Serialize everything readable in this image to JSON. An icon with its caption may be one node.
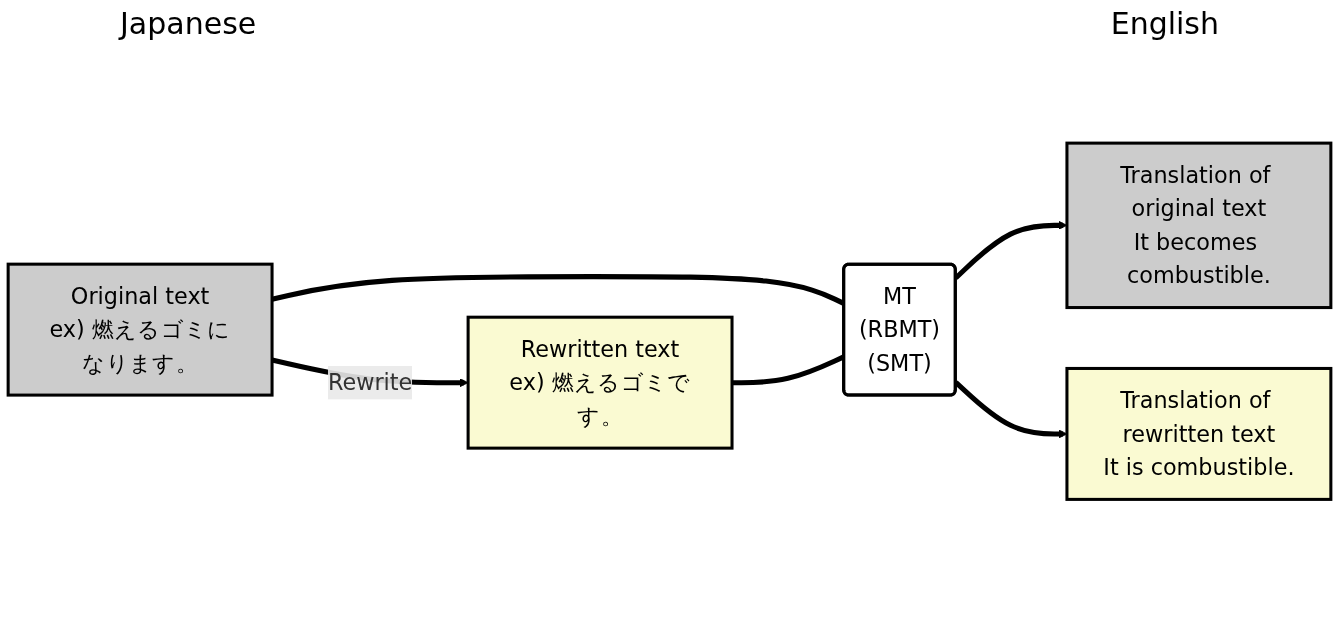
{
  "diagram": {
    "nodes": [
      {
        "text": [
          "Original text",
          "ex) 燃えるゴミになります。"
        ]
      },
      {
        "text": [
          "Rewritten text",
          "ex) 燃えるゴミです。"
        ]
      },
      {
        "text": [
          "MT",
          "(RBMT)",
          "(SMT)"
        ]
      },
      {
        "text": [
          "Translation of original text",
          "It becomes combustible."
        ]
      },
      {
        "text": [
          "Translation of rewritten text",
          "It is combustible."
        ]
      }
    ],
    "edges": [
      {
        "from": 0,
        "to": 1,
        "arrow": "to",
        "label": "Rewrite"
      },
      {
        "from": 0,
        "to": 2,
        "arrow": "none"
      },
      {
        "from": 1,
        "to": 2,
        "arrow": "none"
      },
      {
        "from": 2,
        "to": 3,
        "arrow": "to"
      },
      {
        "from": 2,
        "to": 4,
        "arrow": "to"
      }
    ],
    "labels": [
      "Japanese",
      "English"
    ]
  }
}
